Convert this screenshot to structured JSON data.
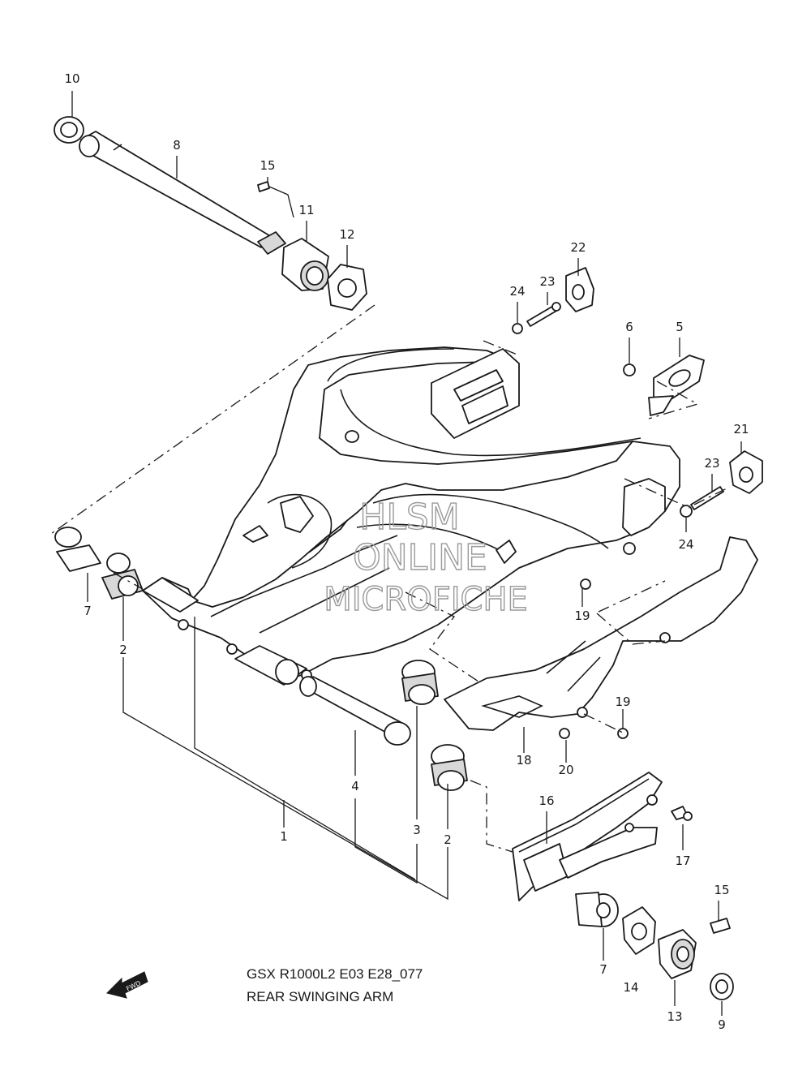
{
  "labels": {
    "p10": "10",
    "p8": "8",
    "p15a": "15",
    "p11": "11",
    "p12": "12",
    "p22": "22",
    "p23a": "23",
    "p24a": "24",
    "p6": "6",
    "p5": "5",
    "p21": "21",
    "p23b": "23",
    "p24b": "24",
    "p7a": "7",
    "p2a": "2",
    "p19a": "19",
    "p19b": "19",
    "p18": "18",
    "p20": "20",
    "p4": "4",
    "p1": "1",
    "p3": "3",
    "p2b": "2",
    "p16": "16",
    "p17": "17",
    "p15b": "15",
    "p7b": "7",
    "p14": "14",
    "p13": "13",
    "p9": "9"
  },
  "caption": {
    "code": "GSX R1000L2 E03 E28_077",
    "title": "REAR SWINGING ARM"
  },
  "fwd_label": "FWD",
  "watermark": {
    "line1": "HLSM",
    "line2": "ONLINE",
    "line3": "MICROFICHE"
  }
}
